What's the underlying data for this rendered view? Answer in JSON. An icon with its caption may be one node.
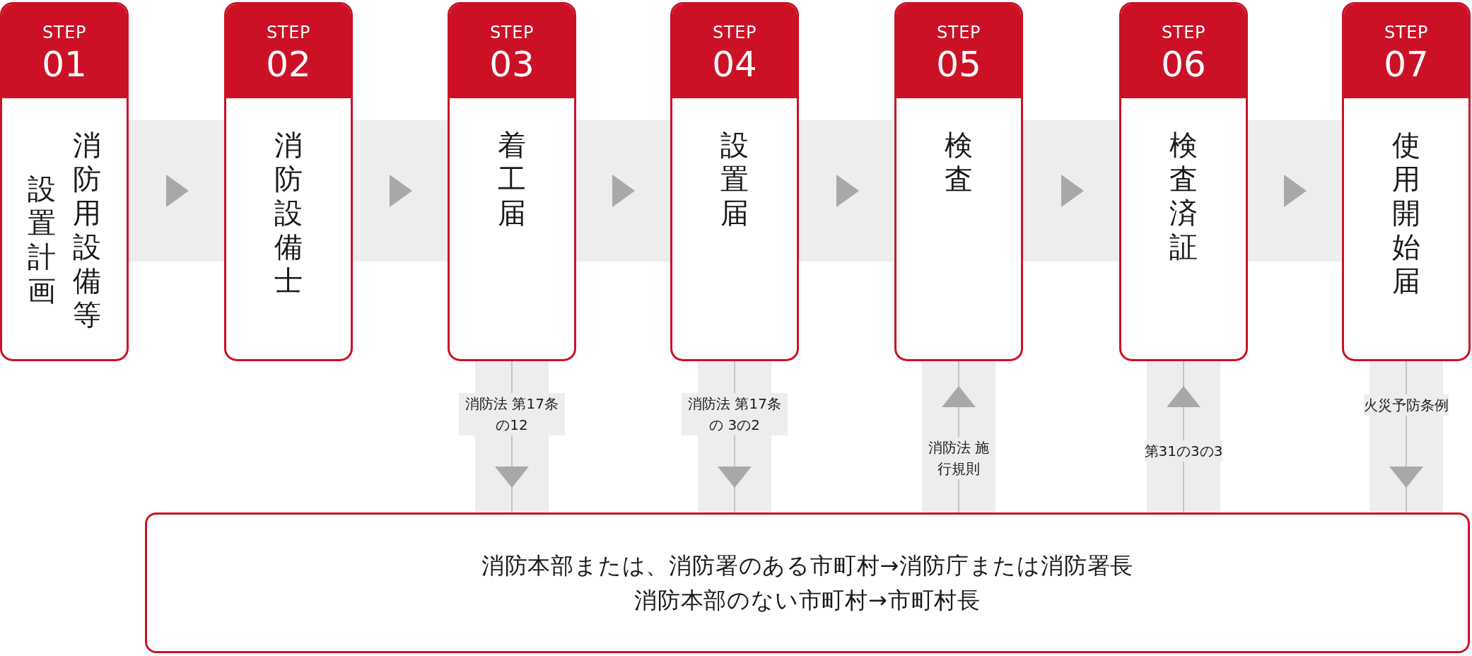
{
  "diagram": {
    "nodes": [
      {
        "text": [
          "STEP",
          "01",
          "消防用設備等",
          "設置計画"
        ]
      },
      {
        "text": [
          "STEP",
          "02",
          "消防設備士"
        ]
      },
      {
        "text": [
          "STEP",
          "03",
          "着工届"
        ]
      },
      {
        "text": [
          "STEP",
          "04",
          "設置届"
        ]
      },
      {
        "text": [
          "STEP",
          "05",
          "検査"
        ]
      },
      {
        "text": [
          "STEP",
          "06",
          "検査済証"
        ]
      },
      {
        "text": [
          "STEP",
          "07",
          "使用開始届"
        ]
      },
      {
        "text": [
          "消防本部または、消防署のある市町村→消防庁または消防署長",
          "消防本部のない市町村→市町村長"
        ]
      }
    ],
    "edges": [
      {
        "from": 0,
        "to": 1,
        "arrow": "to"
      },
      {
        "from": 1,
        "to": 2,
        "arrow": "to"
      },
      {
        "from": 2,
        "to": 3,
        "arrow": "to"
      },
      {
        "from": 3,
        "to": 4,
        "arrow": "to"
      },
      {
        "from": 4,
        "to": 5,
        "arrow": "to"
      },
      {
        "from": 5,
        "to": 6,
        "arrow": "to"
      },
      {
        "from": 2,
        "to": 7,
        "arrow": "to",
        "label": "消防法 第17条の12"
      },
      {
        "from": 3,
        "to": 7,
        "arrow": "to",
        "label": "消防法 第17条の 3の2"
      },
      {
        "from": 7,
        "to": 4,
        "arrow": "to",
        "label": "消防法 施行規則"
      },
      {
        "from": 7,
        "to": 5,
        "arrow": "to",
        "label": "第31の3の3"
      },
      {
        "from": 6,
        "to": 7,
        "arrow": "to",
        "label": "火災予防条例"
      }
    ]
  }
}
